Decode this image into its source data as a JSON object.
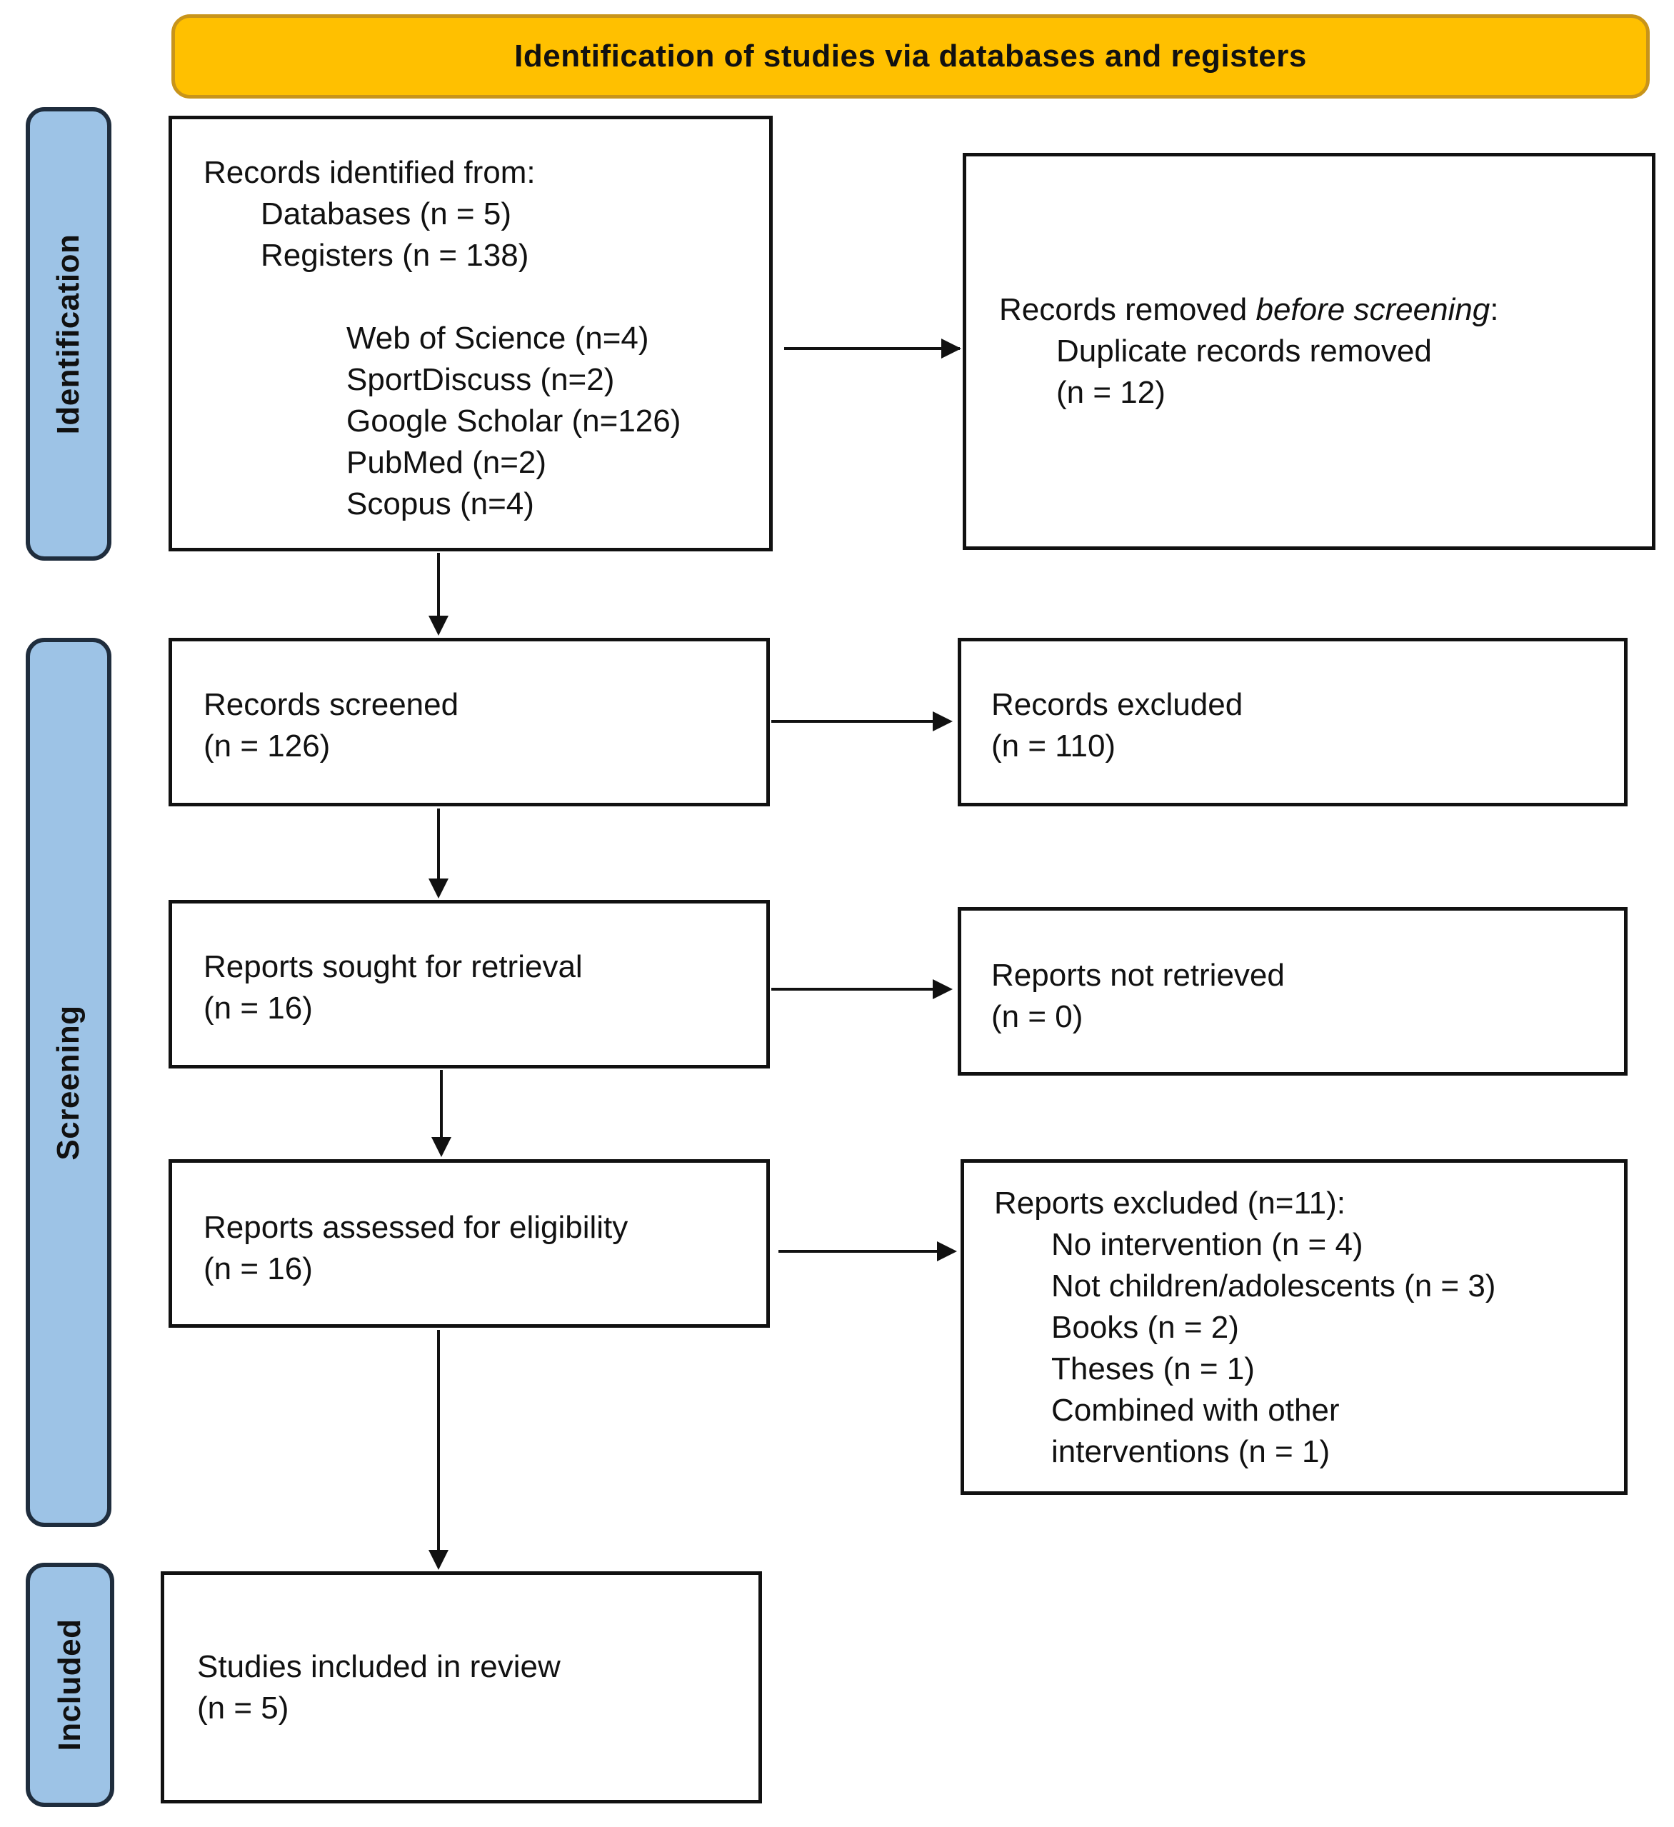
{
  "header": {
    "title": "Identification of studies via databases and registers"
  },
  "stages": {
    "identification": "Identification",
    "screening": "Screening",
    "included": "Included"
  },
  "records_identified": {
    "heading": "Records identified from:",
    "databases": "Databases (n = 5)",
    "registers": "Registers (n = 138)",
    "sources": [
      "Web of Science (n=4)",
      "SportDiscuss (n=2)",
      "Google Scholar (n=126)",
      "PubMed (n=2)",
      "Scopus (n=4)"
    ]
  },
  "records_removed": {
    "heading_prefix": "Records removed ",
    "heading_italic": "before screening",
    "heading_suffix": ":",
    "line1": "Duplicate records removed",
    "line2": "(n = 12)"
  },
  "records_screened": {
    "label": "Records screened",
    "count": "(n = 126)"
  },
  "records_excluded": {
    "label": "Records excluded",
    "count": "(n = 110)"
  },
  "reports_sought": {
    "label": "Reports sought for retrieval",
    "count": "(n = 16)"
  },
  "reports_not_retrieved": {
    "label": "Reports not retrieved",
    "count": "(n = 0)"
  },
  "reports_assessed": {
    "label": "Reports assessed for eligibility",
    "count": "(n = 16)"
  },
  "reports_excluded": {
    "heading": "Reports excluded (n=11):",
    "reasons": [
      "No intervention (n = 4)",
      "Not children/adolescents (n = 3)",
      "Books (n = 2)",
      "Theses (n = 1)",
      "Combined with other",
      "interventions (n = 1)"
    ]
  },
  "studies_included": {
    "label": "Studies included in review",
    "count": "(n = 5)"
  },
  "colors": {
    "header_fill": "#FFC000",
    "header_border": "#C8941A",
    "stage_fill": "#9DC3E6",
    "stage_border": "#1F2D3D"
  }
}
